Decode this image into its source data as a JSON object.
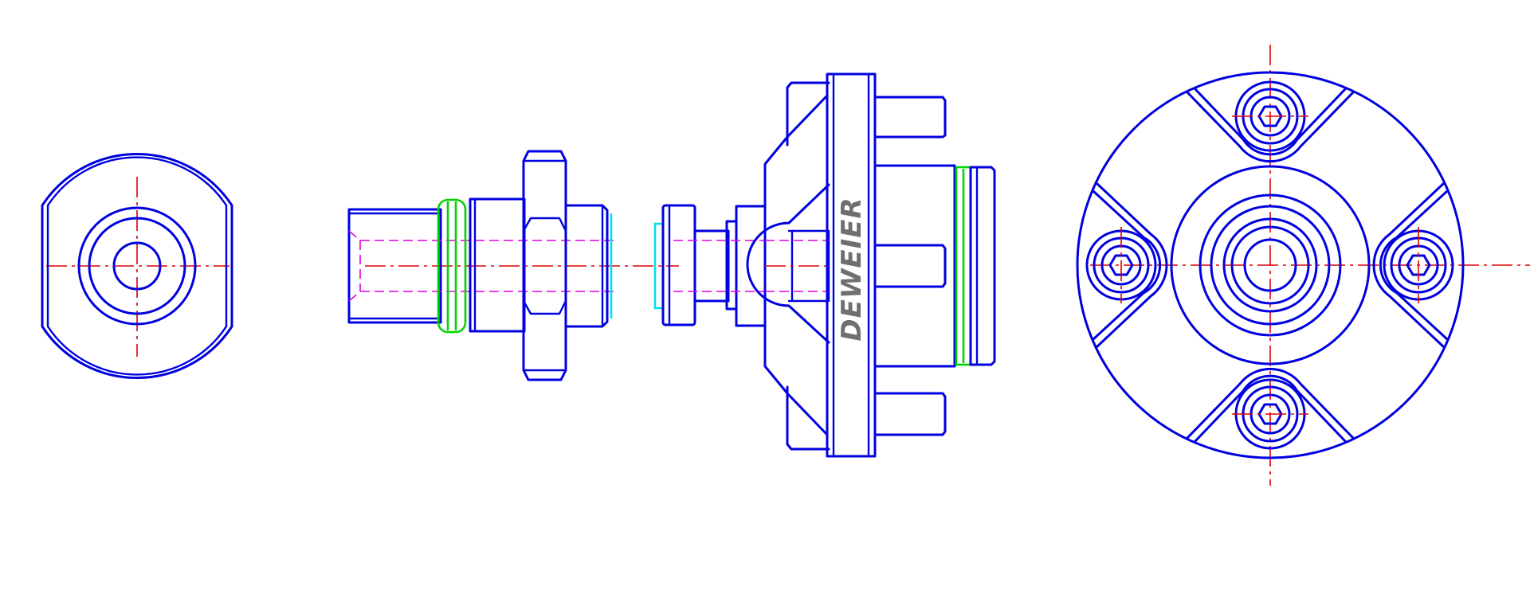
{
  "brand": {
    "text": "DEWEIER"
  },
  "colors": {
    "outline": "#0000e0",
    "center_line": "#e00000",
    "hidden_line": "#e000e0",
    "o_ring": "#00d400",
    "seal": "#00e0f0",
    "brand_text": "#6f6f6f",
    "background": "#ffffff"
  },
  "views": [
    {
      "id": "left-end-view"
    },
    {
      "id": "pin-side-view"
    },
    {
      "id": "clamping-module-side-view"
    },
    {
      "id": "right-end-view"
    }
  ]
}
